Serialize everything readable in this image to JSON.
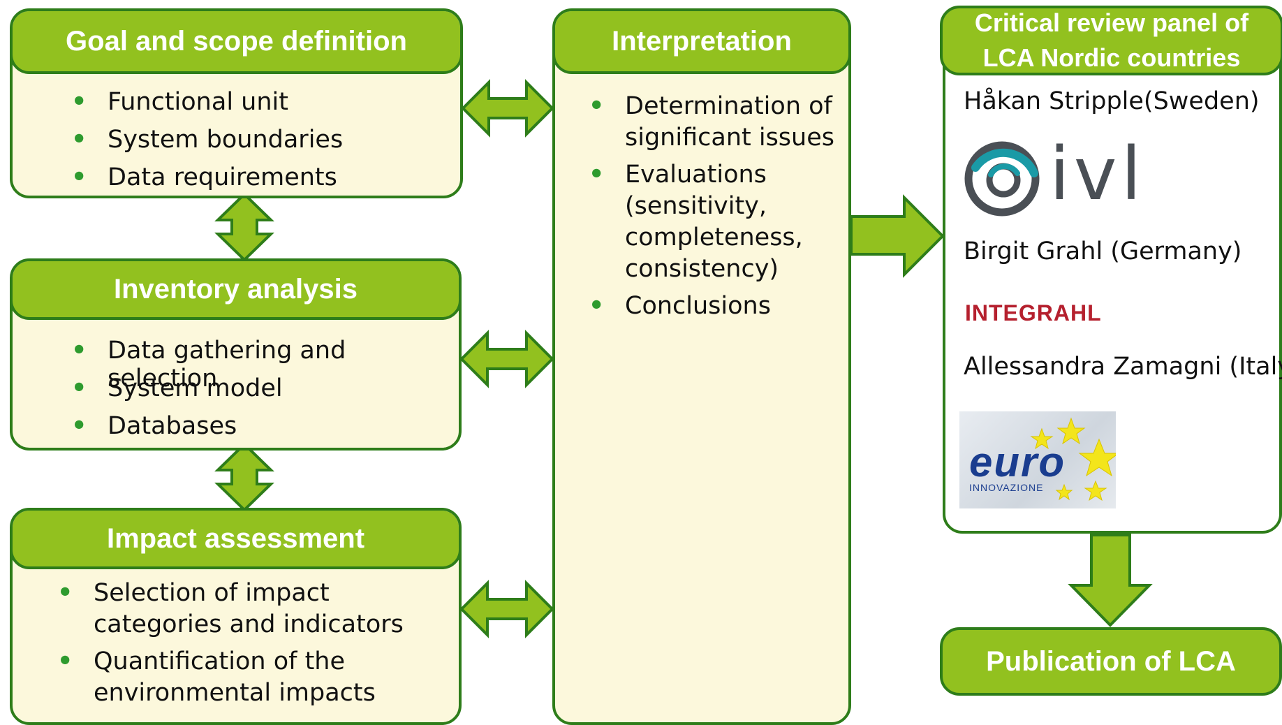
{
  "goal": {
    "title": "Goal and scope definition",
    "items": [
      "Functional unit",
      "System boundaries",
      "Data requirements"
    ]
  },
  "inventory": {
    "title": "Inventory analysis",
    "items": [
      "Data gathering and selection",
      "System model",
      "Databases"
    ]
  },
  "impact": {
    "title": "Impact assessment",
    "items": [
      "Selection of impact categories and indicators",
      "Quantification of the environmental impacts"
    ]
  },
  "interpretation": {
    "title": "Interpretation",
    "items": [
      "Determination of significant issues",
      "Evaluations (sensitivity, completeness, consistency)",
      "Conclusions"
    ]
  },
  "review": {
    "title": "Critical review panel of LCA Nordic countries",
    "members": [
      {
        "name": "Håkan Stripple(Sweden)",
        "logo": "ivl",
        "logo_text": "ivl"
      },
      {
        "name": "Birgit Grahl (Germany)",
        "logo": "integrahl",
        "logo_text": "INTEGRAHL"
      },
      {
        "name": "Allessandra Zamagni (Italy)",
        "logo": "euro-innovazione",
        "logo_text": "euro",
        "logo_subtext": "INNOVAZIONE"
      }
    ]
  },
  "publication": {
    "title": "Publication of LCA"
  },
  "colors": {
    "header_green": "#92c11f",
    "border_green": "#2e7d1a",
    "box_fill": "#fcf8dc",
    "bullet_green": "#2e9b2e",
    "integrahl_red": "#b5202e",
    "ivl_teal": "#1a9aa6",
    "euro_blue": "#1a3d8f",
    "euro_star": "#f3e51c"
  }
}
